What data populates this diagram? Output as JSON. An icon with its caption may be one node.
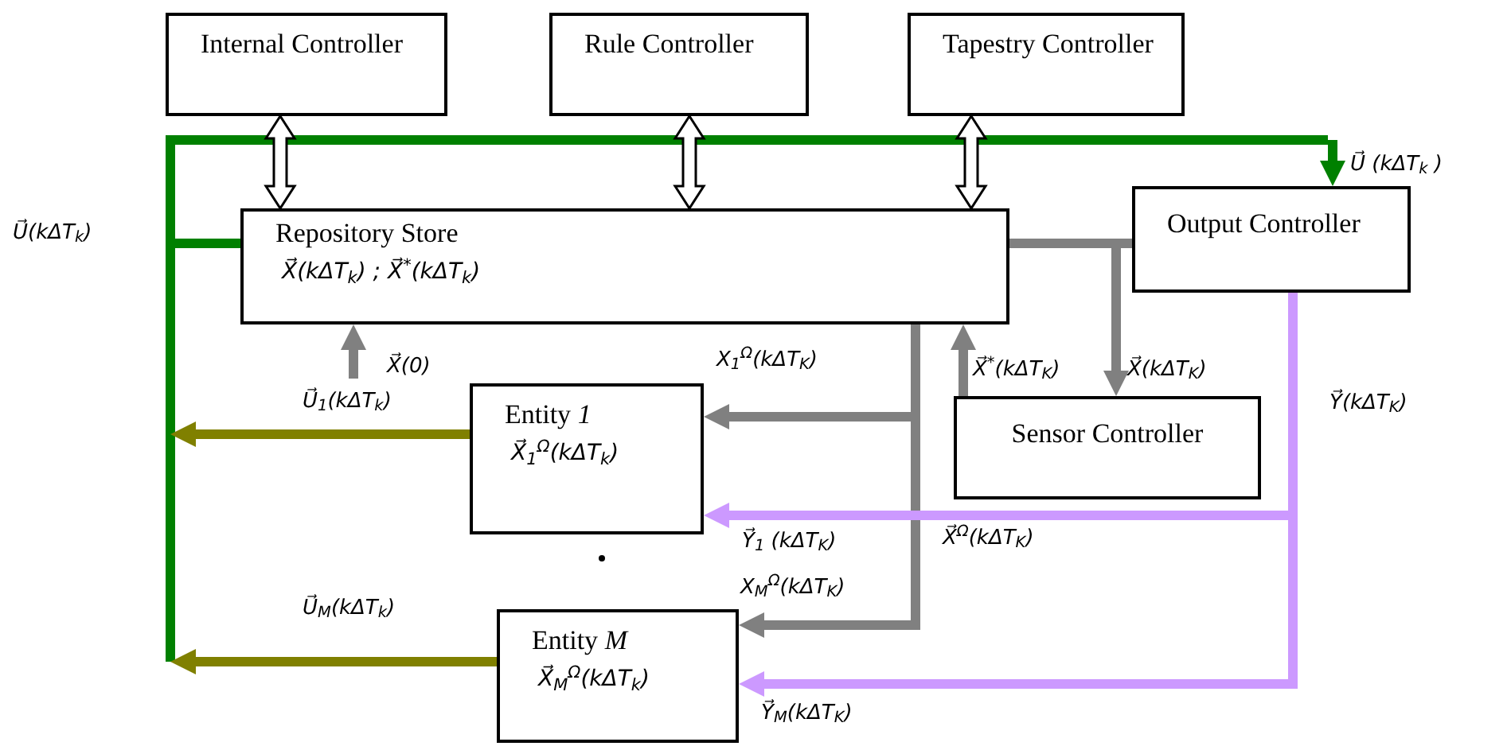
{
  "diagram": {
    "nodes": [
      {
        "text": [
          "Internal Controller"
        ]
      },
      {
        "text": [
          "Rule Controller"
        ]
      },
      {
        "text": [
          "Tapestry Controller"
        ]
      },
      {
        "text": [
          "Repository Store",
          "X⃗(kΔT$_{k}$) ;  X⃗$^{*}$(kΔT$_{k}$)"
        ]
      },
      {
        "text": [
          "Output Controller"
        ]
      },
      {
        "text": [
          "Sensor Controller"
        ]
      },
      {
        "text": [
          "Entity *1*",
          "X⃗$_{1}$$^{Ω}$(kΔT$_{k}$)"
        ]
      },
      {
        "text": [
          "Entity *M*",
          "X⃗$_{M}$$^{Ω}$(kΔT$_{k}$)"
        ]
      }
    ],
    "edges": [
      {
        "from": 0,
        "to": 3,
        "arrow": "both",
        "style": "thick",
        "color": "#000000"
      },
      {
        "from": 1,
        "to": 3,
        "arrow": "both",
        "style": "thick",
        "color": "#000000"
      },
      {
        "from": 2,
        "to": 3,
        "arrow": "both",
        "style": "thick",
        "color": "#000000"
      },
      {
        "from": null,
        "to": 3,
        "arrow": "to",
        "label": "X⃗(0)"
      },
      {
        "from": null,
        "to": 4,
        "arrow": "to",
        "color": "#008000",
        "label": "U⃗ (kΔT$_{k}$ )"
      },
      {
        "from": null,
        "to": 3,
        "arrow": "none",
        "color": "#008000",
        "label": "U⃗(kΔT$_{k}$)"
      },
      {
        "from": 3,
        "to": 4,
        "arrow": "none"
      },
      {
        "from": 3,
        "to": 5,
        "arrow": "to",
        "label": "X⃗(kΔT$_{K}$)"
      },
      {
        "from": 5,
        "to": 3,
        "arrow": "to",
        "label": "X⃗$^{*}$(kΔT$_{K}$)"
      },
      {
        "from": 3,
        "to": 6,
        "arrow": "to",
        "label": "X$_{1}$$^{Ω}$(kΔT$_{K}$)"
      },
      {
        "from": 3,
        "to": 7,
        "arrow": "to",
        "label": "X$_{M}$$^{Ω}$(kΔT$_{K}$)"
      },
      {
        "from": 4,
        "to": 6,
        "arrow": "to",
        "color": "#cc99ff",
        "label": "Y⃗$_{1}$ (kΔT$_{K}$)"
      },
      {
        "from": 4,
        "to": 7,
        "arrow": "to",
        "color": "#cc99ff",
        "label": "Y⃗$_{M}$(kΔT$_{K}$)"
      },
      {
        "from": 6,
        "to": null,
        "arrow": "to",
        "color": "#808000",
        "label": "U⃗$_{1}$(kΔT$_{k}$)"
      },
      {
        "from": 7,
        "to": null,
        "arrow": "to",
        "color": "#808000",
        "label": "U⃗$_{M}$(kΔT$_{k}$)"
      }
    ],
    "labels": [
      "Y⃗(kΔT$_{K}$)",
      "X⃗$^{Ω}$(kΔT$_{K}$)"
    ]
  }
}
